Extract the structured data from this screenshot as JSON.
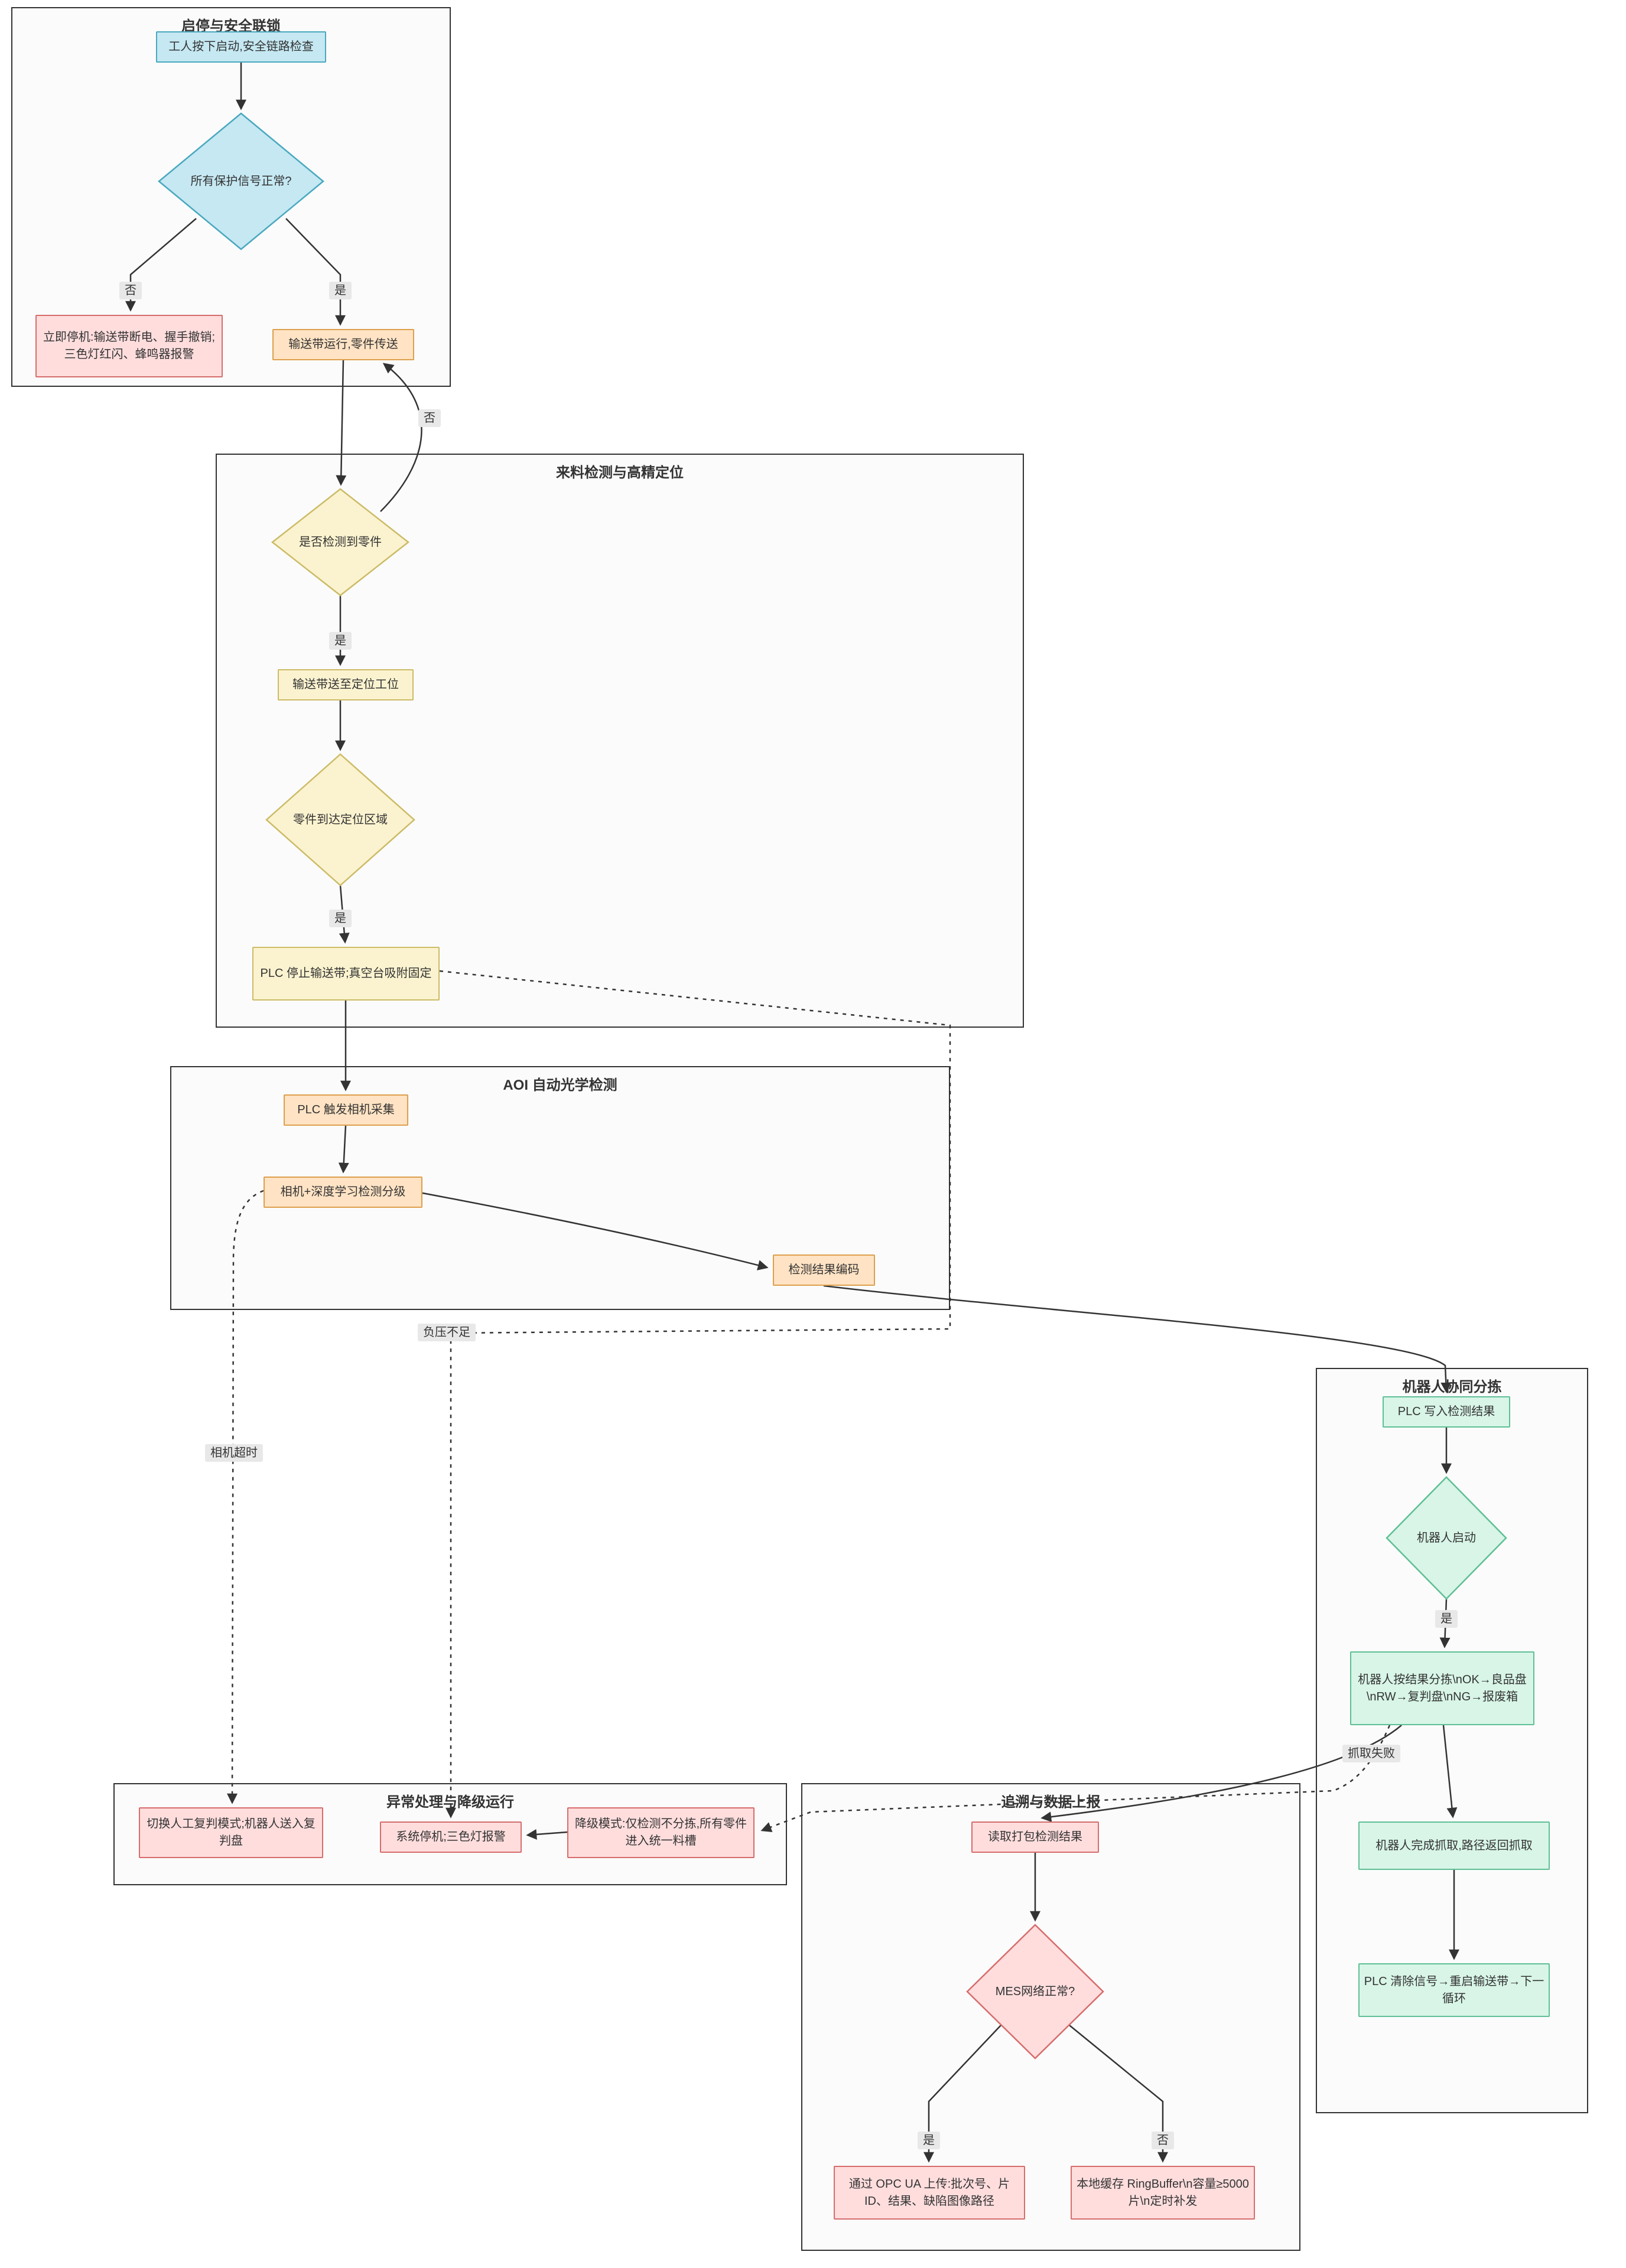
{
  "diagram": {
    "containers": {
      "safety": {
        "title": "启停与安全联锁"
      },
      "incoming": {
        "title": "来料检测与高精定位"
      },
      "aoi": {
        "title": "AOI 自动光学检测"
      },
      "robot": {
        "title": "机器人协同分拣"
      },
      "exception": {
        "title": "异常处理与降级运行"
      },
      "trace": {
        "title": "追溯与数据上报"
      }
    },
    "nodes": {
      "worker_start": "工人按下启动,安全链路检查",
      "safety_check": "所有保护信号正常?",
      "stop_now": "立即停机:输送带断电、握手撤销;三色灯红闪、蜂鸣器报警",
      "belt_run": "输送带运行,零件传送",
      "part_detected": "是否检测到零件",
      "to_station": "输送带送至定位工位",
      "part_arrived": "零件到达定位区域",
      "plc_stop_belt": "PLC 停止输送带;真空台吸附固定",
      "plc_trigger_cam": "PLC 触发相机采集",
      "camera_dl": "相机+深度学习检测分级",
      "result_encode": "检测结果编码",
      "plc_write": "PLC 写入检测结果",
      "robot_start": "机器人启动",
      "robot_sort": "机器人按结果分拣\\nOK→良品盘\\nRW→复判盘\\nNG→报废箱",
      "robot_done": "机器人完成抓取,路径返回抓取",
      "plc_clear": "PLC 清除信号→重启输送带→下一循环",
      "manual_review": "切换人工复判模式;机器人送入复判盘",
      "system_stop": "系统停机;三色灯报警",
      "degraded": "降级模式:仅检测不分拣,所有零件进入统一料槽",
      "read_result": "读取打包检测结果",
      "mes_ok": "MES网络正常?",
      "opcua_upload": "通过 OPC UA 上传:批次号、片ID、结果、缺陷图像路径",
      "ring_buffer": "本地缓存 RingBuffer\\n容量≥5000片\\n定时补发"
    },
    "edge_labels": {
      "yes": "是",
      "no": "否",
      "camera_timeout": "相机超时",
      "vacuum_low": "负压不足",
      "grab_fail": "抓取失败"
    },
    "colors": {
      "cyan_fill": "#c5e8f2",
      "cyan_stroke": "#49a8bf",
      "yellow_fill": "#fbf3cf",
      "yellow_stroke": "#ccbb66",
      "orange_fill": "#ffe3c4",
      "orange_stroke": "#dd9f4d",
      "red_fill": "#ffdddd",
      "red_stroke": "#d76c6c",
      "green_fill": "#d8f5e7",
      "green_stroke": "#5fbf95",
      "edge": "#333333",
      "label_bg": "#e8e8e8",
      "cluster_bg": "#fbfbfb"
    }
  }
}
